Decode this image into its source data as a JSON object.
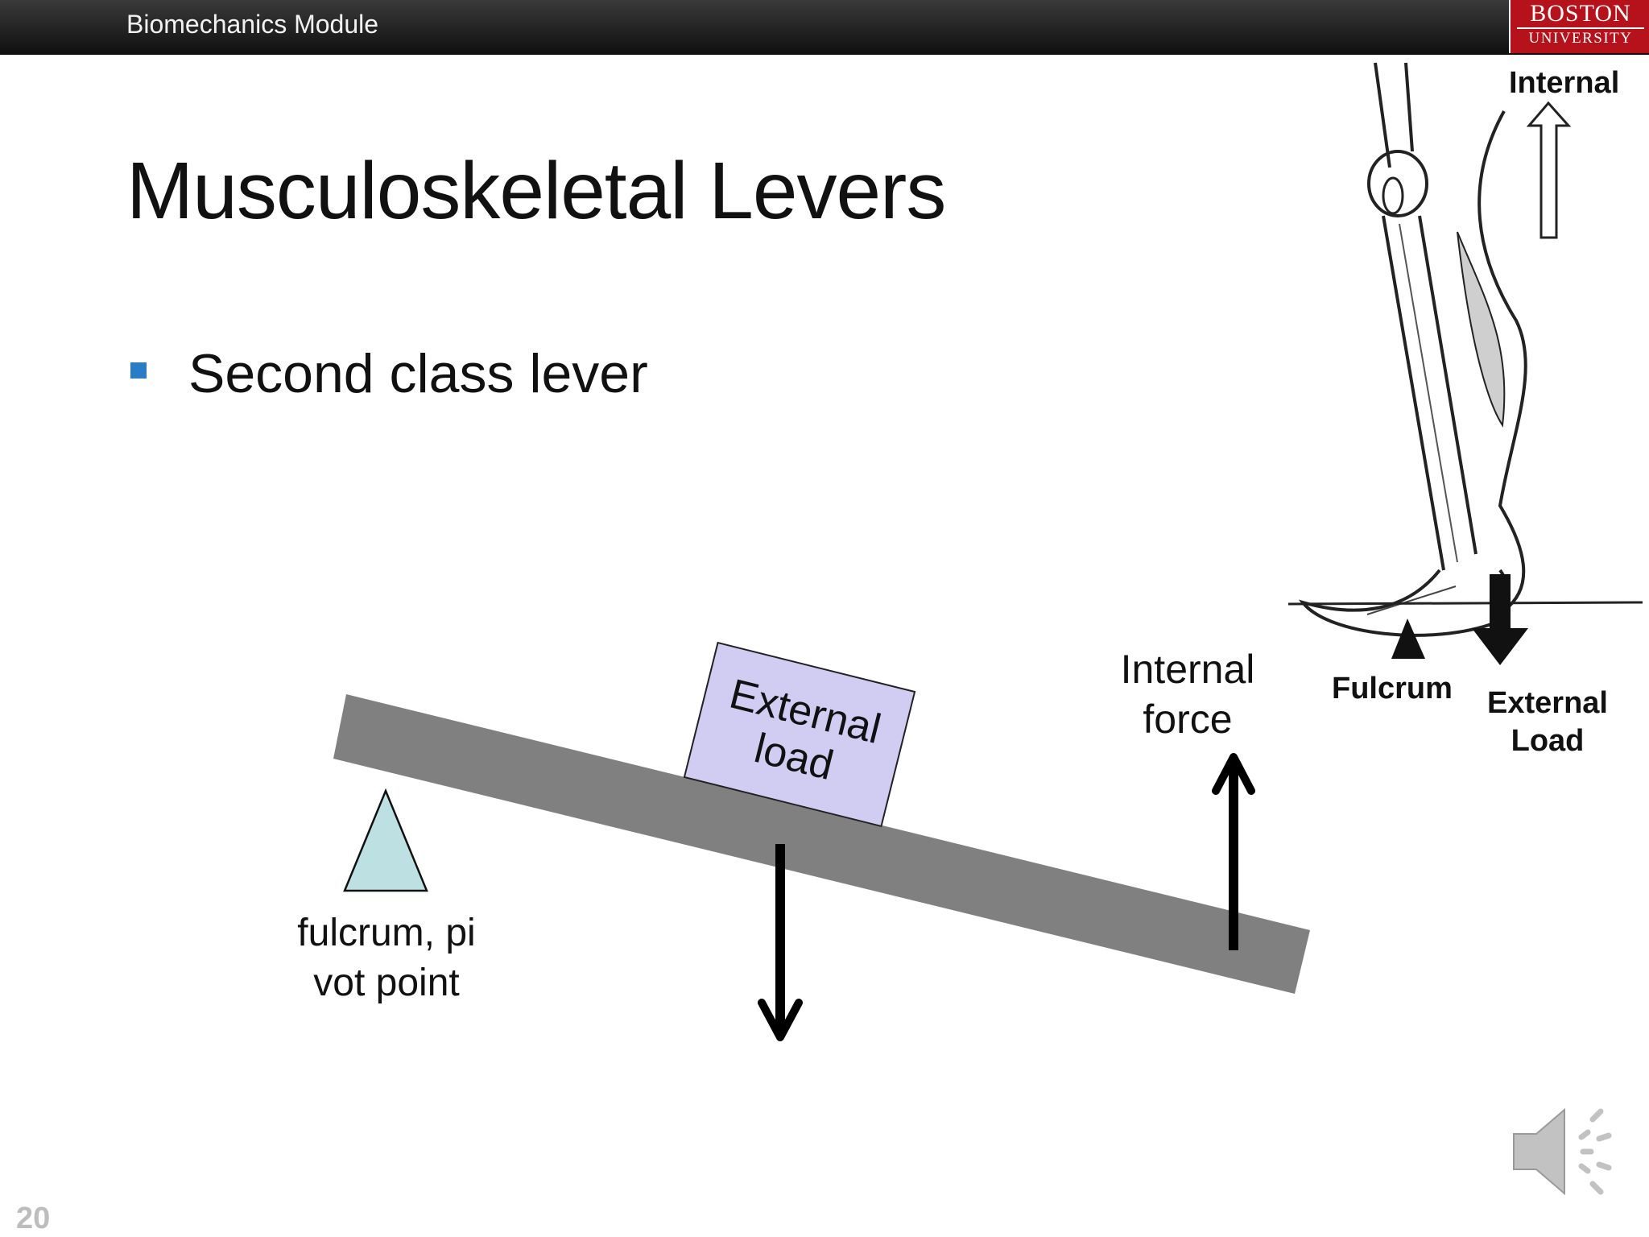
{
  "header": {
    "module_title": "Biomechanics Module",
    "logo_line1": "BOSTON",
    "logo_line2": "UNIVERSITY"
  },
  "slide": {
    "title": "Musculoskeletal Levers",
    "bullet": "Second class lever",
    "page_number": "20"
  },
  "diagram": {
    "fulcrum_label_line1": "fulcrum, pi",
    "fulcrum_label_line2": "vot point",
    "load_label_line1": "External",
    "load_label_line2": "load",
    "force_label_line1": "Internal",
    "force_label_line2": "force",
    "colors": {
      "beam": "#808080",
      "fulcrum": "#bde0e2",
      "load": "#d0ccf2",
      "bullet": "#2a7cc7",
      "logo": "#b5121b"
    }
  },
  "leg_illustration": {
    "internal_label": "Internal",
    "fulcrum_label": "Fulcrum",
    "external_label_line1": "External",
    "external_label_line2": "Load"
  },
  "audio": {
    "icon": "speaker-icon"
  }
}
